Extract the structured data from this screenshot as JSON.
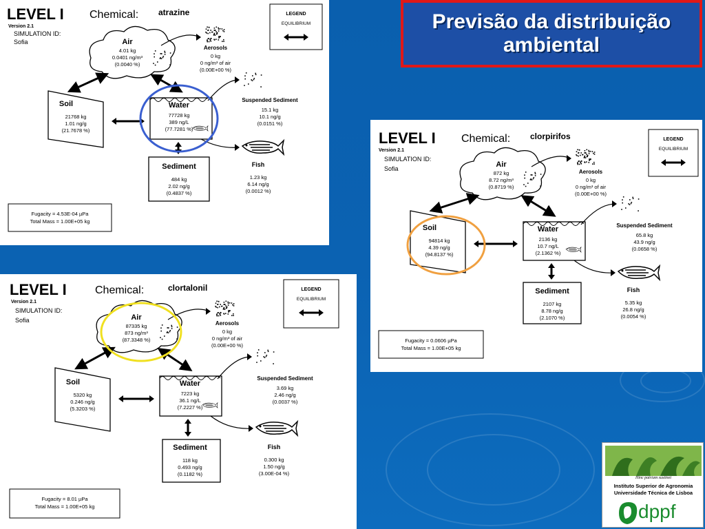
{
  "slide": {
    "title_line1": "Previsão da distribuição",
    "title_line2": "ambiental"
  },
  "common": {
    "level": "LEVEL I",
    "chemical_label": "Chemical:",
    "version": "Version 2.1",
    "sim_id_label": "SIMULATION ID:",
    "sim_id_value": "Sofia",
    "legend_title": "LEGEND",
    "legend_value": "EQUILIBRIUM",
    "air": "Air",
    "aerosols": "Aerosols",
    "soil": "Soil",
    "water": "Water",
    "susp_sed": "Suspended Sediment",
    "sediment": "Sediment",
    "fish": "Fish"
  },
  "panels": [
    {
      "chemical": "atrazine",
      "air": [
        "4.01 kg",
        "0.0401 ng/m³",
        "(0.0040 %)"
      ],
      "aerosols": [
        "0 kg",
        "0 ng/m³ of air",
        "(0.00E+00 %)"
      ],
      "soil": [
        "21768 kg",
        "1.01 ng/g",
        "(21.7678 %)"
      ],
      "water": [
        "77728 kg",
        "389 ng/L",
        "(77.7281 %)"
      ],
      "susp_sed": [
        "15.1 kg",
        "10.1 ng/g",
        "(0.0151 %)"
      ],
      "sediment": [
        "484 kg",
        "2.02 ng/g",
        "(0.4837 %)"
      ],
      "fish": [
        "1.23 kg",
        "6.14 ng/g",
        "(0.0012 %)"
      ],
      "fugacity": "Fugacity = 4.53E-04 µPa",
      "total_mass": "Total Mass = 1.00E+05 kg",
      "highlight": "water",
      "highlight_color": "#3a5fd0"
    },
    {
      "chemical": "clorpirifos",
      "air": [
        "872 kg",
        "8.72 ng/m³",
        "(0.8719 %)"
      ],
      "aerosols": [
        "0 kg",
        "0 ng/m³ of air",
        "(0.00E+00 %)"
      ],
      "soil": [
        "94814 kg",
        "4.39 ng/g",
        "(94.8137 %)"
      ],
      "water": [
        "2136 kg",
        "10.7 ng/L",
        "(2.1362 %)"
      ],
      "susp_sed": [
        "65.8 kg",
        "43.9 ng/g",
        "(0.0658 %)"
      ],
      "sediment": [
        "2107 kg",
        "8.78 ng/g",
        "(2.1070 %)"
      ],
      "fish": [
        "5.35 kg",
        "26.8 ng/g",
        "(0.0054 %)"
      ],
      "fugacity": "Fugacity = 0.0606 µPa",
      "total_mass": "Total Mass = 1.00E+05 kg",
      "highlight": "soil",
      "highlight_color": "#f0a040"
    },
    {
      "chemical": "clortalonil",
      "air": [
        "87335 kg",
        "873 ng/m³",
        "(87.3348 %)"
      ],
      "aerosols": [
        "0 kg",
        "0 ng/m³ of air",
        "(0.00E+00 %)"
      ],
      "soil": [
        "5320 kg",
        "0.246 ng/g",
        "(5.3203 %)"
      ],
      "water": [
        "7223 kg",
        "36.1 ng/L",
        "(7.2227 %)"
      ],
      "susp_sed": [
        "3.69 kg",
        "2.46 ng/g",
        "(0.0037 %)"
      ],
      "sediment": [
        "118 kg",
        "0.493 ng/g",
        "(0.1182 %)"
      ],
      "fish": [
        "0.300 kg",
        "1.50 ng/g",
        "(3.00E-04 %)"
      ],
      "fugacity": "Fugacity = 8.01 µPa",
      "total_mass": "Total Mass = 1.00E+05 kg",
      "highlight": "air",
      "highlight_color": "#f0e020"
    }
  ],
  "logo": {
    "motto": "Hinc patriam sustinet",
    "institute": "Instituto Superior de Agronomia",
    "university": "Universidade Técnica de Lisboa",
    "brand": "dppf"
  },
  "colors": {
    "background": "#0b62b2",
    "title_box": "#1d4fa6",
    "title_border": "#e01818"
  }
}
